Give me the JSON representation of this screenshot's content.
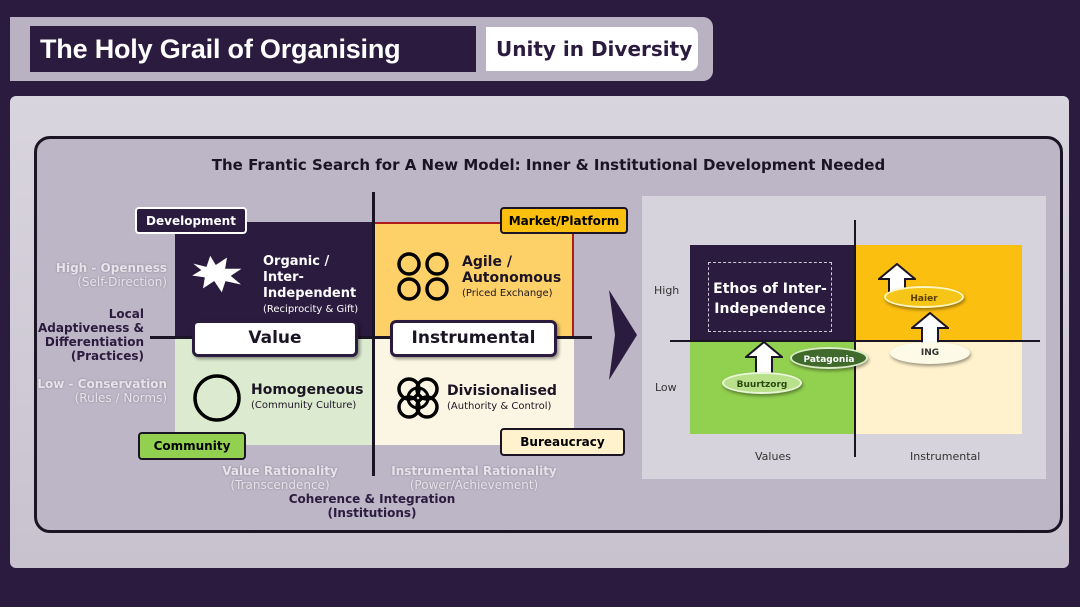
{
  "header": {
    "title": "The Holy Grail of Organising",
    "subtitle": "Unity in Diversity"
  },
  "heading": "The Frantic Search for A New Model: Inner & Institutional Development Needed",
  "left_diagram": {
    "tags": {
      "development": "Development",
      "market": "Market/Platform",
      "community": "Community",
      "bureaucracy": "Bureaucracy"
    },
    "quadrants": {
      "organic": {
        "title": "Organic / Inter-Independent",
        "sub": "(Reciprocity & Gift)"
      },
      "agile": {
        "title": "Agile / Autonomous",
        "sub": "(Priced Exchange)"
      },
      "homogeneous": {
        "title": "Homogeneous",
        "sub": "(Community Culture)"
      },
      "divisionalised": {
        "title": "Divisionalised",
        "sub": "(Authority & Control)"
      }
    },
    "value_label": "Value",
    "instrumental_label": "Instrumental",
    "y_axis": {
      "high": "High - Openness",
      "high_sub": "(Self-Direction)",
      "mid": "Local Adaptiveness & Differentiation (Practices)",
      "low": "Low - Conservation",
      "low_sub": "(Rules / Norms)"
    },
    "x_axis": {
      "value": "Value Rationality",
      "value_sub": "(Transcendence)",
      "instr": "Instrumental Rationality",
      "instr_sub": "(Power/Achievement)",
      "bottom": "Coherence & Integration",
      "bottom_sub": "(Institutions)"
    }
  },
  "right_diagram": {
    "ethos": "Ethos of Inter-Independence",
    "high": "High",
    "low": "Low",
    "values": "Values",
    "instrumental": "Instrumental",
    "companies": {
      "haier": "Haier",
      "ing": "ING",
      "patagonia": "Patagonia",
      "buurtzorg": "Buurtzorg"
    }
  },
  "colors": {
    "purple": "#2b1b3f",
    "yellow": "#fbbf10",
    "green": "#92d050",
    "cream": "#fff2cc"
  }
}
